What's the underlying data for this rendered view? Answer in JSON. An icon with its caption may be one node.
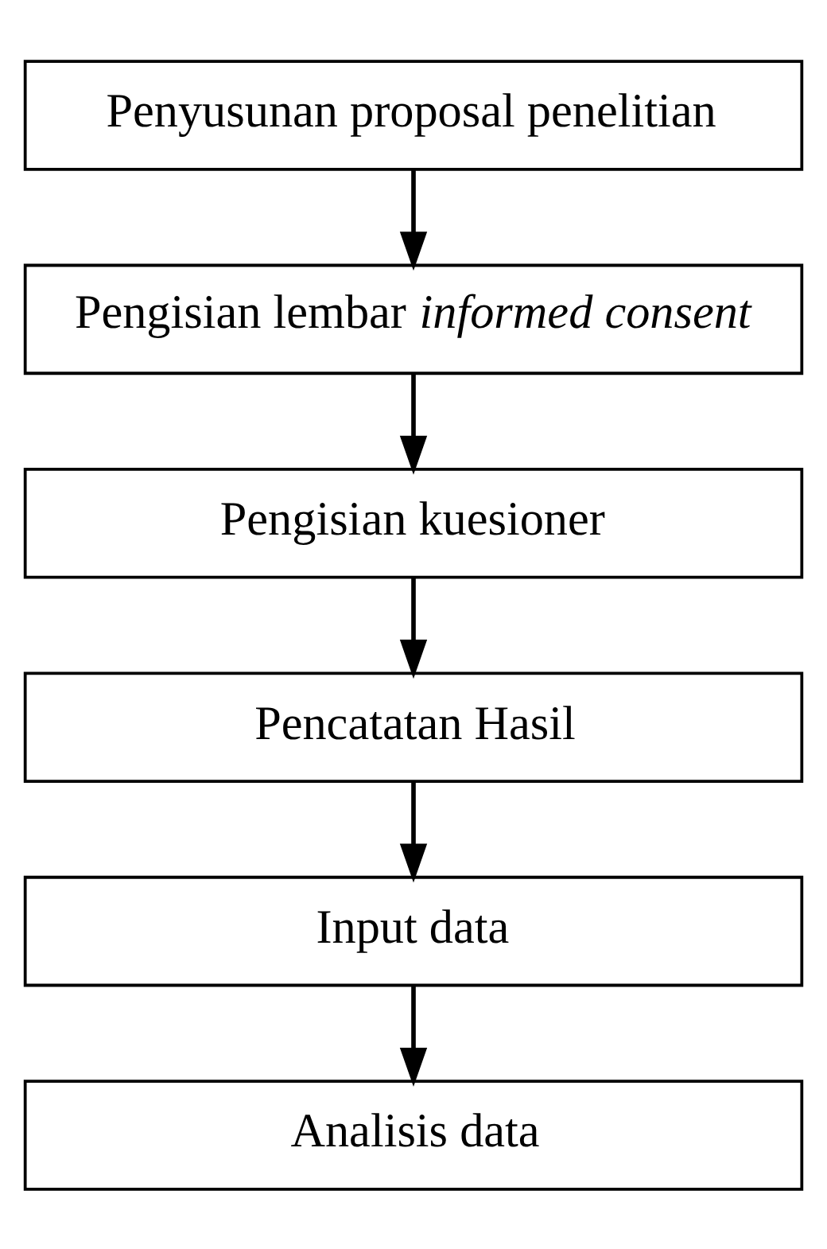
{
  "diagram": {
    "nodes": [
      {
        "text": [
          "Penyusunan proposal penelitian"
        ]
      },
      {
        "text": [
          "Pengisian lembar *informed consent*"
        ]
      },
      {
        "text": [
          "Pengisian kuesioner"
        ]
      },
      {
        "text": [
          "Pencatatan Hasil"
        ]
      },
      {
        "text": [
          "Input data"
        ]
      },
      {
        "text": [
          "Analisis data"
        ]
      }
    ],
    "edges": [
      {
        "from": 0,
        "to": 1,
        "arrow": "to"
      },
      {
        "from": 1,
        "to": 2,
        "arrow": "to"
      },
      {
        "from": 2,
        "to": 3,
        "arrow": "to"
      },
      {
        "from": 3,
        "to": 4,
        "arrow": "to"
      },
      {
        "from": 4,
        "to": 5,
        "arrow": "to"
      }
    ]
  }
}
